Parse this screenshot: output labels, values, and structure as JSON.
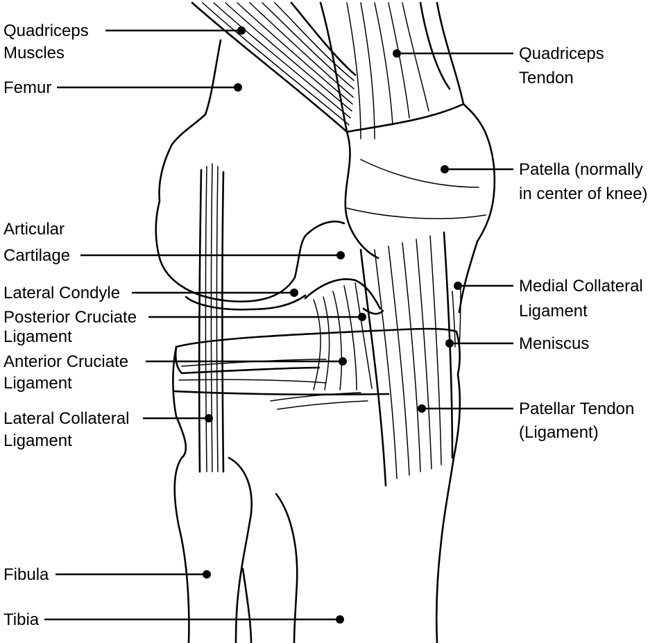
{
  "labels": {
    "quadriceps_muscles": [
      "Quadriceps",
      "Muscles"
    ],
    "femur": [
      "Femur"
    ],
    "articular_cartilage": [
      "Articular",
      "Cartilage"
    ],
    "lateral_condyle": [
      "Lateral Condyle"
    ],
    "posterior_cruciate_ligament": [
      "Posterior Cruciate",
      "Ligament"
    ],
    "anterior_cruciate_ligament": [
      "Anterior Cruciate",
      "Ligament"
    ],
    "lateral_collateral_ligament": [
      "Lateral Collateral",
      "Ligament"
    ],
    "fibula": [
      "Fibula"
    ],
    "tibia": [
      "Tibia"
    ],
    "quadriceps_tendon": [
      "Quadriceps",
      "Tendon"
    ],
    "patella": [
      "Patella (normally",
      "in center of knee)"
    ],
    "medial_collateral_ligament": [
      "Medial Collateral",
      "Ligament"
    ],
    "meniscus": [
      "Meniscus"
    ],
    "patellar_tendon": [
      "Patellar Tendon",
      "(Ligament)"
    ]
  }
}
